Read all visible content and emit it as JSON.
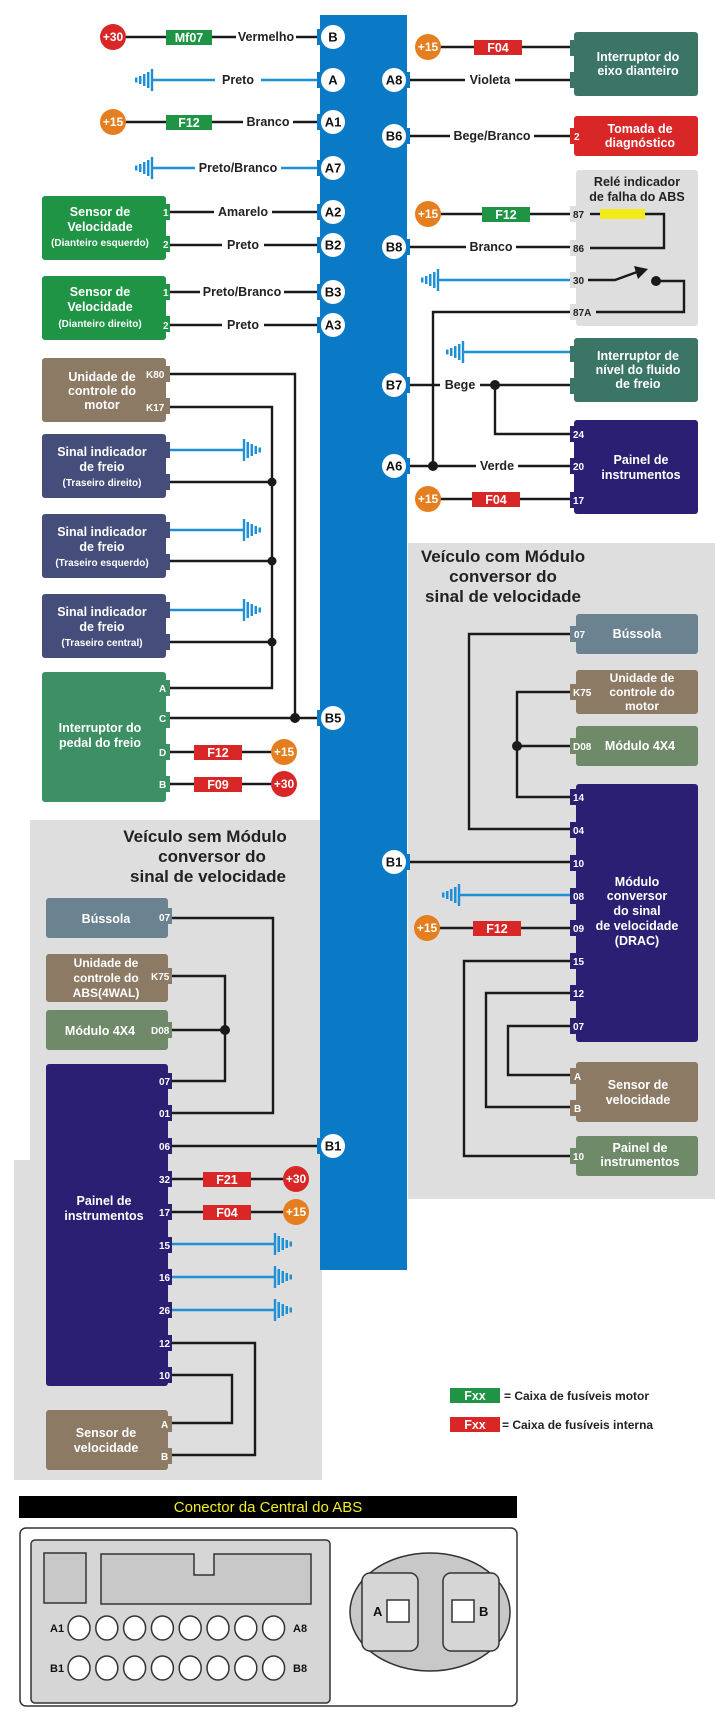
{
  "colors": {
    "harness": "#0a79c6",
    "fuse_engine_box": "#1e9444",
    "fuse_internal_box": "#d92626",
    "power_30": "#d92626",
    "power_15": "#e47e1e",
    "ground": "#1e90d6",
    "wire": "#1a1a1a",
    "panel_bg": "#dedede"
  },
  "harness_connectors": {
    "B": "B",
    "A": "A",
    "A1": "A1",
    "A7": "A7",
    "A2": "A2",
    "B2": "B2",
    "B3": "B3",
    "A3": "A3",
    "B5": "B5",
    "A8": "A8",
    "B6": "B6",
    "B8": "B8",
    "B7": "B7",
    "A6": "A6",
    "B1_right": "B1",
    "B1_left": "B1"
  },
  "left_top": {
    "row_b": {
      "power": "+30",
      "fuse": "Mf07",
      "wire": "Vermelho"
    },
    "row_a": {
      "wire": "Preto"
    },
    "row_a1": {
      "power": "+15",
      "fuse": "F12",
      "wire": "Branco"
    },
    "row_a7": {
      "wire": "Preto/Branco"
    },
    "sensor_le": {
      "title1": "Sensor de",
      "title2": "Velocidade",
      "subtitle": "(Dianteiro esquerdo)",
      "pin1": "1",
      "pin2": "2",
      "wire1": "Amarelo",
      "wire2": "Preto"
    },
    "sensor_ld": {
      "title1": "Sensor de",
      "title2": "Velocidade",
      "subtitle": "(Dianteiro direito)",
      "pin1": "1",
      "pin2": "2",
      "wire1": "Preto/Branco",
      "wire2": "Preto"
    },
    "ecm": {
      "line1": "Unidade de",
      "line2": "controle do",
      "line3": "motor",
      "pin_k80": "K80",
      "pin_k17": "K17"
    },
    "brake_rd": {
      "line1": "Sinal indicador",
      "line2": "de freio",
      "sub": "(Traseiro direito)"
    },
    "brake_le": {
      "line1": "Sinal indicador",
      "line2": "de freio",
      "sub": "(Traseiro esquerdo)"
    },
    "brake_c": {
      "line1": "Sinal indicador",
      "line2": "de freio",
      "sub": "(Traseiro central)"
    },
    "pedal": {
      "line1": "Interruptor do",
      "line2": "pedal do freio",
      "pin_a": "A",
      "pin_c": "C",
      "pin_d": "D",
      "pin_b": "B",
      "fuse_d": "F12",
      "power_d": "+15",
      "fuse_b": "F09",
      "power_b": "+30"
    }
  },
  "right_top": {
    "axle": {
      "line1": "Interruptor do",
      "line2": "eixo dianteiro",
      "power": "+15",
      "fuse": "F04",
      "wire": "Violeta"
    },
    "diag": {
      "line1": "Tomada de",
      "line2": "diagnóstico",
      "pin": "2",
      "wire": "Bege/Branco"
    },
    "relay": {
      "title1": "Relé indicador",
      "title2": "de falha do ABS",
      "pin87": "87",
      "pin86": "86",
      "pin30": "30",
      "pin87a": "87A",
      "power": "+15",
      "fuse": "F12",
      "wire": "Branco"
    },
    "fluid": {
      "line1": "Interruptor de",
      "line2": "nível do fluido",
      "line3": "de freio",
      "wire": "Bege"
    },
    "cluster": {
      "line1": "Painel de",
      "line2": "instrumentos",
      "pin24": "24",
      "pin20": "20",
      "pin17": "17",
      "wire": "Verde",
      "power": "+15",
      "fuse": "F04"
    }
  },
  "with_module": {
    "heading1": "Veículo com Módulo",
    "heading2": "conversor do",
    "heading3": "sinal de velocidade",
    "compass": {
      "label": "Bússola",
      "pin": "07"
    },
    "ecm": {
      "line1": "Unidade de",
      "line2": "controle do",
      "line3": "motor",
      "pin": "K75"
    },
    "m4x4": {
      "label": "Módulo 4X4",
      "pin": "D08"
    },
    "drac": {
      "line1": "Módulo",
      "line2": "conversor",
      "line3": "do sinal",
      "line4": "de velocidade",
      "line5": "(DRAC)",
      "pins": [
        "14",
        "04",
        "10",
        "08",
        "09",
        "15",
        "12",
        "07"
      ],
      "power": "+15",
      "fuse": "F12"
    },
    "vss": {
      "line1": "Sensor de",
      "line2": "velocidade",
      "pin_a": "A",
      "pin_b": "B"
    },
    "cluster": {
      "line1": "Painel de",
      "line2": "instrumentos",
      "pin": "10"
    }
  },
  "without_module": {
    "heading1": "Veículo sem Módulo",
    "heading2": "conversor do",
    "heading3": "sinal de velocidade",
    "compass": {
      "label": "Bússola",
      "pin": "07"
    },
    "abs": {
      "line1": "Unidade de",
      "line2": "controle do",
      "line3": "ABS(4WAL)",
      "pin": "K75"
    },
    "m4x4": {
      "label": "Módulo 4X4",
      "pin": "D08"
    },
    "cluster": {
      "line1": "Painel de",
      "line2": "instrumentos",
      "pins": [
        "07",
        "01",
        "06",
        "32",
        "17",
        "15",
        "16",
        "26",
        "12",
        "10"
      ],
      "fuse32": "F21",
      "power32": "+30",
      "fuse17": "F04",
      "power17": "+15"
    },
    "vss": {
      "line1": "Sensor de",
      "line2": "velocidade",
      "pin_a": "A",
      "pin_b": "B"
    }
  },
  "legend": {
    "engine_fuse_tag": "Fxx",
    "engine_fuse_text": "= Caixa de fusíveis motor",
    "internal_fuse_tag": "Fxx",
    "internal_fuse_text": "= Caixa de fusíveis interna"
  },
  "connector_view": {
    "title": "Conector da Central do ABS",
    "row_a_start": "A1",
    "row_a_end": "A8",
    "row_b_start": "B1",
    "row_b_end": "B8",
    "plug_a": "A",
    "plug_b": "B"
  }
}
